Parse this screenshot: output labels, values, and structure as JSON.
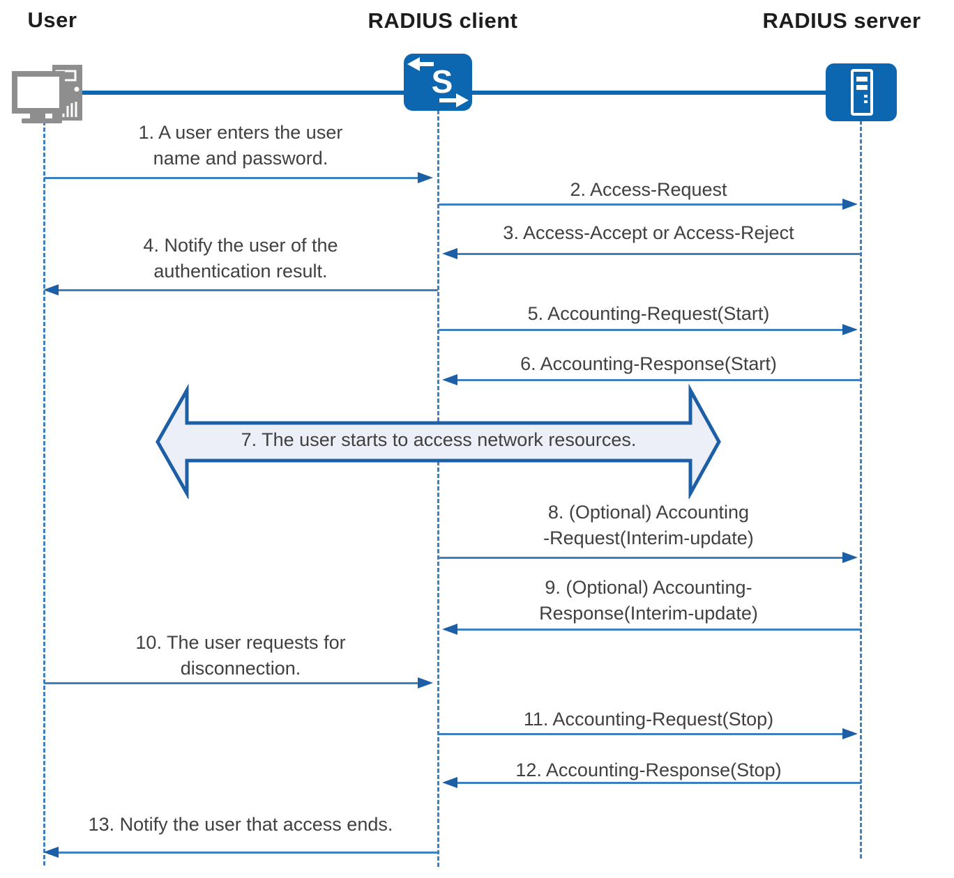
{
  "actors": [
    {
      "id": "user",
      "label": "User",
      "icon": "computer-icon"
    },
    {
      "id": "radius-client",
      "label": "RADIUS client",
      "icon": "switch-icon"
    },
    {
      "id": "radius-server",
      "label": "RADIUS server",
      "icon": "server-icon"
    }
  ],
  "messages": [
    {
      "num": 1,
      "label": "1. A user enters the user\nname and password.",
      "from": "user",
      "to": "radius-client",
      "direction": "right"
    },
    {
      "num": 2,
      "label": "2. Access-Request",
      "from": "radius-client",
      "to": "radius-server",
      "direction": "right"
    },
    {
      "num": 3,
      "label": "3. Access-Accept or Access-Reject",
      "from": "radius-server",
      "to": "radius-client",
      "direction": "left"
    },
    {
      "num": 4,
      "label": "4. Notify the user of the\nauthentication result.",
      "from": "radius-client",
      "to": "user",
      "direction": "left"
    },
    {
      "num": 5,
      "label": "5. Accounting-Request(Start)",
      "from": "radius-client",
      "to": "radius-server",
      "direction": "right"
    },
    {
      "num": 6,
      "label": "6. Accounting-Response(Start)",
      "from": "radius-server",
      "to": "radius-client",
      "direction": "left"
    },
    {
      "num": 7,
      "label": "7. The user starts to access network resources.",
      "from": "user",
      "to": "radius-server",
      "direction": "both"
    },
    {
      "num": 8,
      "label": "8. (Optional) Accounting\n-Request(Interim-update)",
      "from": "radius-client",
      "to": "radius-server",
      "direction": "right"
    },
    {
      "num": 9,
      "label": "9. (Optional) Accounting-\nResponse(Interim-update)",
      "from": "radius-server",
      "to": "radius-client",
      "direction": "left"
    },
    {
      "num": 10,
      "label": "10. The user requests for\ndisconnection.",
      "from": "user",
      "to": "radius-client",
      "direction": "right"
    },
    {
      "num": 11,
      "label": "11. Accounting-Request(Stop)",
      "from": "radius-client",
      "to": "radius-server",
      "direction": "right"
    },
    {
      "num": 12,
      "label": "12. Accounting-Response(Stop)",
      "from": "radius-server",
      "to": "radius-client",
      "direction": "left"
    },
    {
      "num": 13,
      "label": "13. Notify the user that access ends.",
      "from": "radius-client",
      "to": "user",
      "direction": "left"
    }
  ],
  "colors": {
    "brand_blue": "#0d66b0",
    "arrow_line": "#3e7fc0",
    "arrow_head": "#1c5fa6",
    "lifeline": "#3e81c3",
    "banner_fill": "#eceff8",
    "banner_border": "#1c5fa6",
    "message_text": "#404040",
    "heading_text": "#1d1d1d",
    "icon_gray": "#8e8e8e"
  }
}
